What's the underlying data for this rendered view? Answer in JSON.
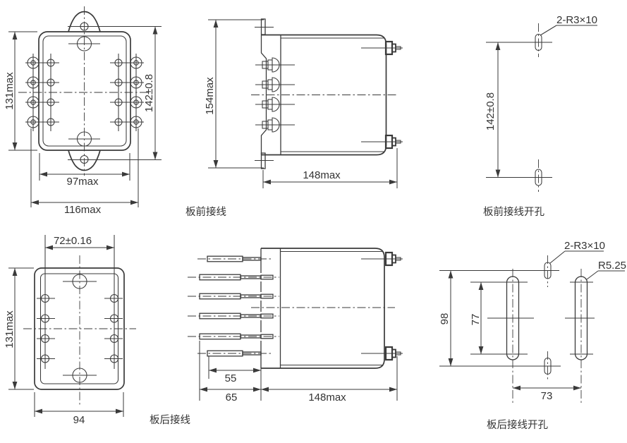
{
  "page": {
    "background": "#ffffff",
    "line_color": "#3a3a3a",
    "text_color": "#333333"
  },
  "front_view": {
    "dim_body_height": "131max",
    "dim_mount_hole_spacing": "142±0.8",
    "dim_case_width": "97max",
    "dim_overall_width": "116max"
  },
  "front_wiring_side_view": {
    "dim_overall_height": "154max",
    "dim_depth": "148max",
    "caption": "板前接线"
  },
  "front_wiring_cutout": {
    "slot_callout": "2-R3×10",
    "dim_hole_spacing": "142±0.8",
    "caption": "板前接线开孔"
  },
  "rear_view": {
    "dim_hole_column_spacing": "72±0.16",
    "dim_case_height": "131max",
    "dim_case_width": "94"
  },
  "rear_wiring_side_view": {
    "dim_short_pin_length": "55",
    "dim_long_pin_length": "65",
    "dim_depth": "148max",
    "caption": "板后接线"
  },
  "rear_wiring_cutout": {
    "slot_callout": "2-R3×10",
    "slot_radius_callout": "R5.25",
    "dim_outer_height": "98",
    "dim_slot_inner_height": "77",
    "dim_slot_spacing": "73",
    "caption": "板后接线开孔"
  }
}
